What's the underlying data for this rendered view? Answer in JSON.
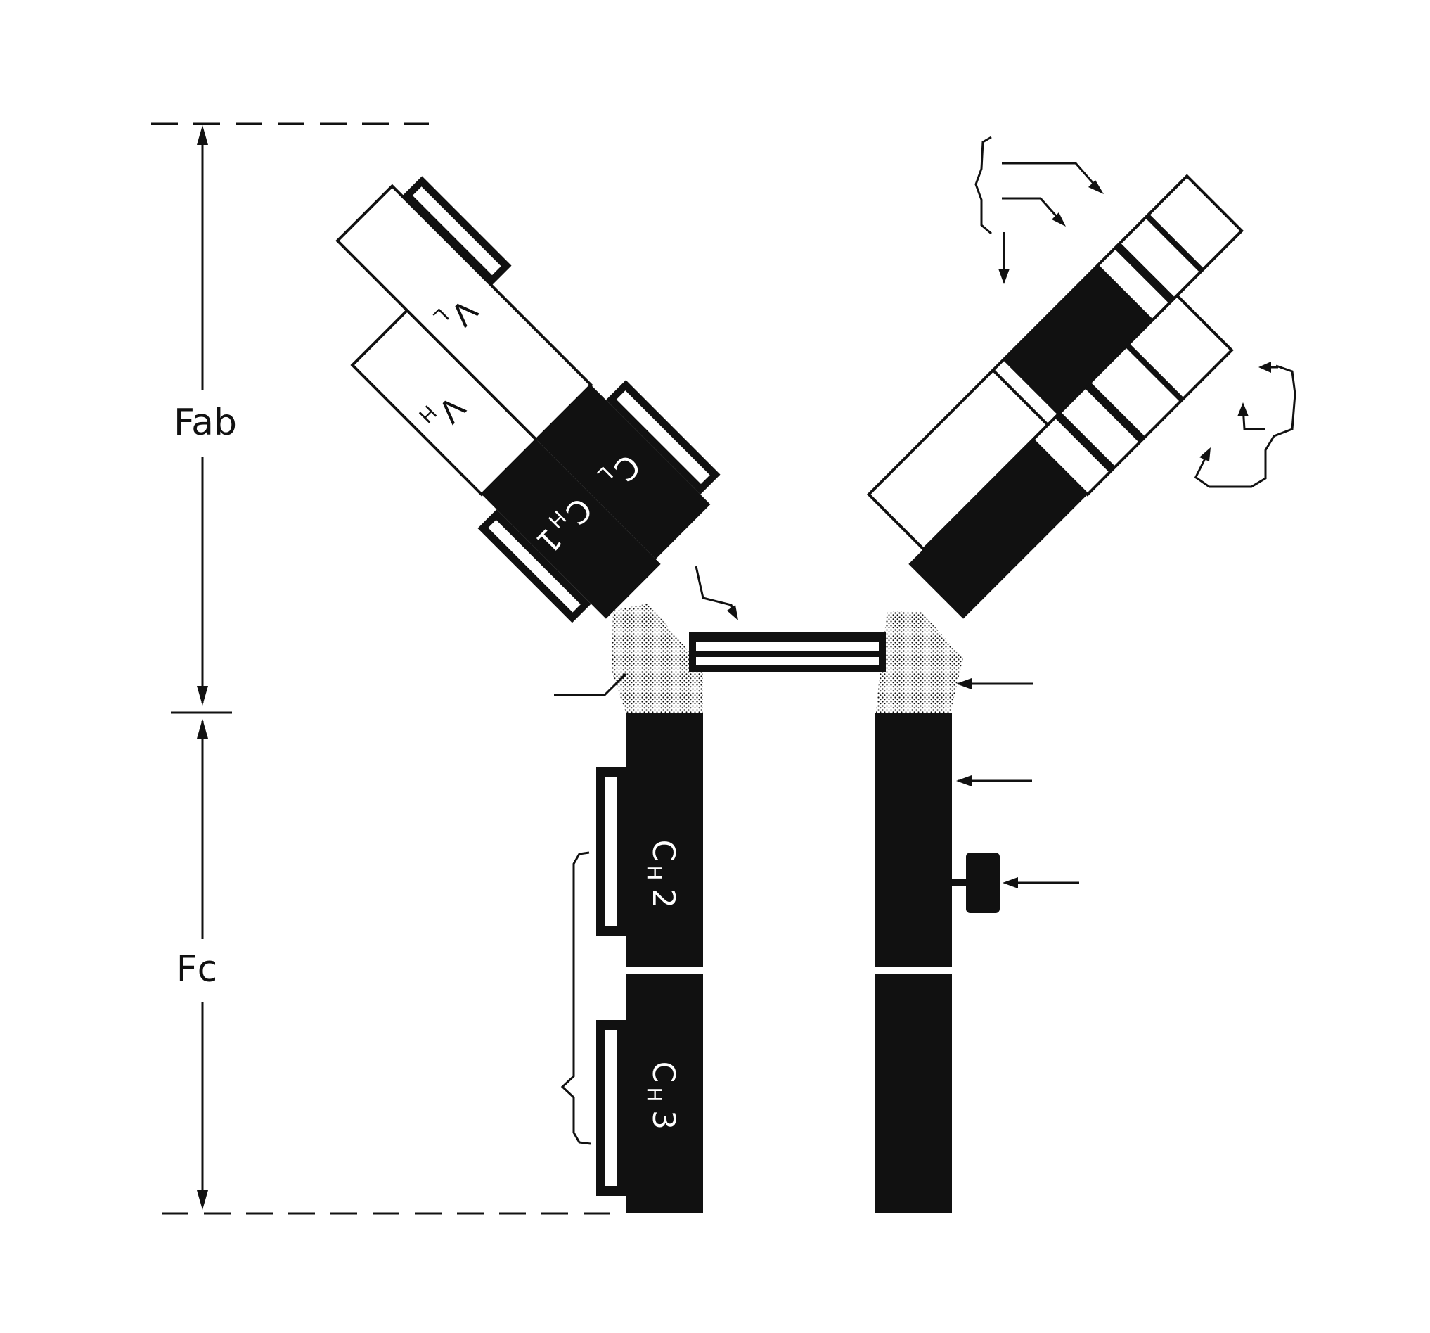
{
  "diagram": {
    "regions": {
      "fab": "Fab",
      "fc": "Fc"
    },
    "domains": {
      "vl": "V",
      "vl_sub": "L",
      "vh": "V",
      "vh_sub": "H",
      "cl": "C",
      "cl_sub": "L",
      "ch1": "C",
      "ch1_sub": "H",
      "ch1_num": "1",
      "ch2": "C",
      "ch2_sub": "H",
      "ch2_num": "2",
      "ch3": "C",
      "ch3_sub": "H",
      "ch3_num": "3"
    },
    "colors": {
      "ink": "#111111",
      "paper": "#ffffff",
      "hinge": "#d9d9d9"
    }
  }
}
